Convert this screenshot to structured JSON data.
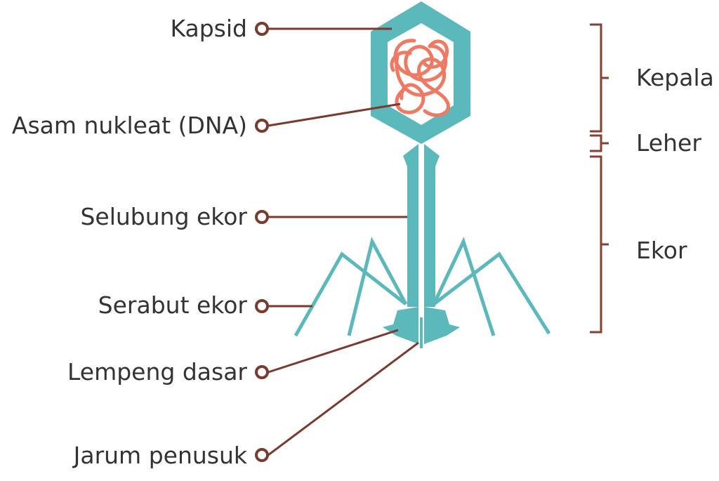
{
  "labels": {
    "kapsid": "Kapsid",
    "asam_nukleat": "Asam nukleat (DNA)",
    "selubung_ekor": "Selubung ekor",
    "serabut_ekor": "Serabut ekor",
    "lempeng_dasar": "Lempeng dasar",
    "jarum_penusuk": "Jarum penusuk"
  },
  "sections": {
    "kepala": "Kepala",
    "leher": "Leher",
    "ekor": "Ekor"
  },
  "colors": {
    "structure": "#5bb8bb",
    "dna": "#ef7a63",
    "leader": "#7a3b2e",
    "bracket": "#8a3f31",
    "text": "#333333"
  }
}
